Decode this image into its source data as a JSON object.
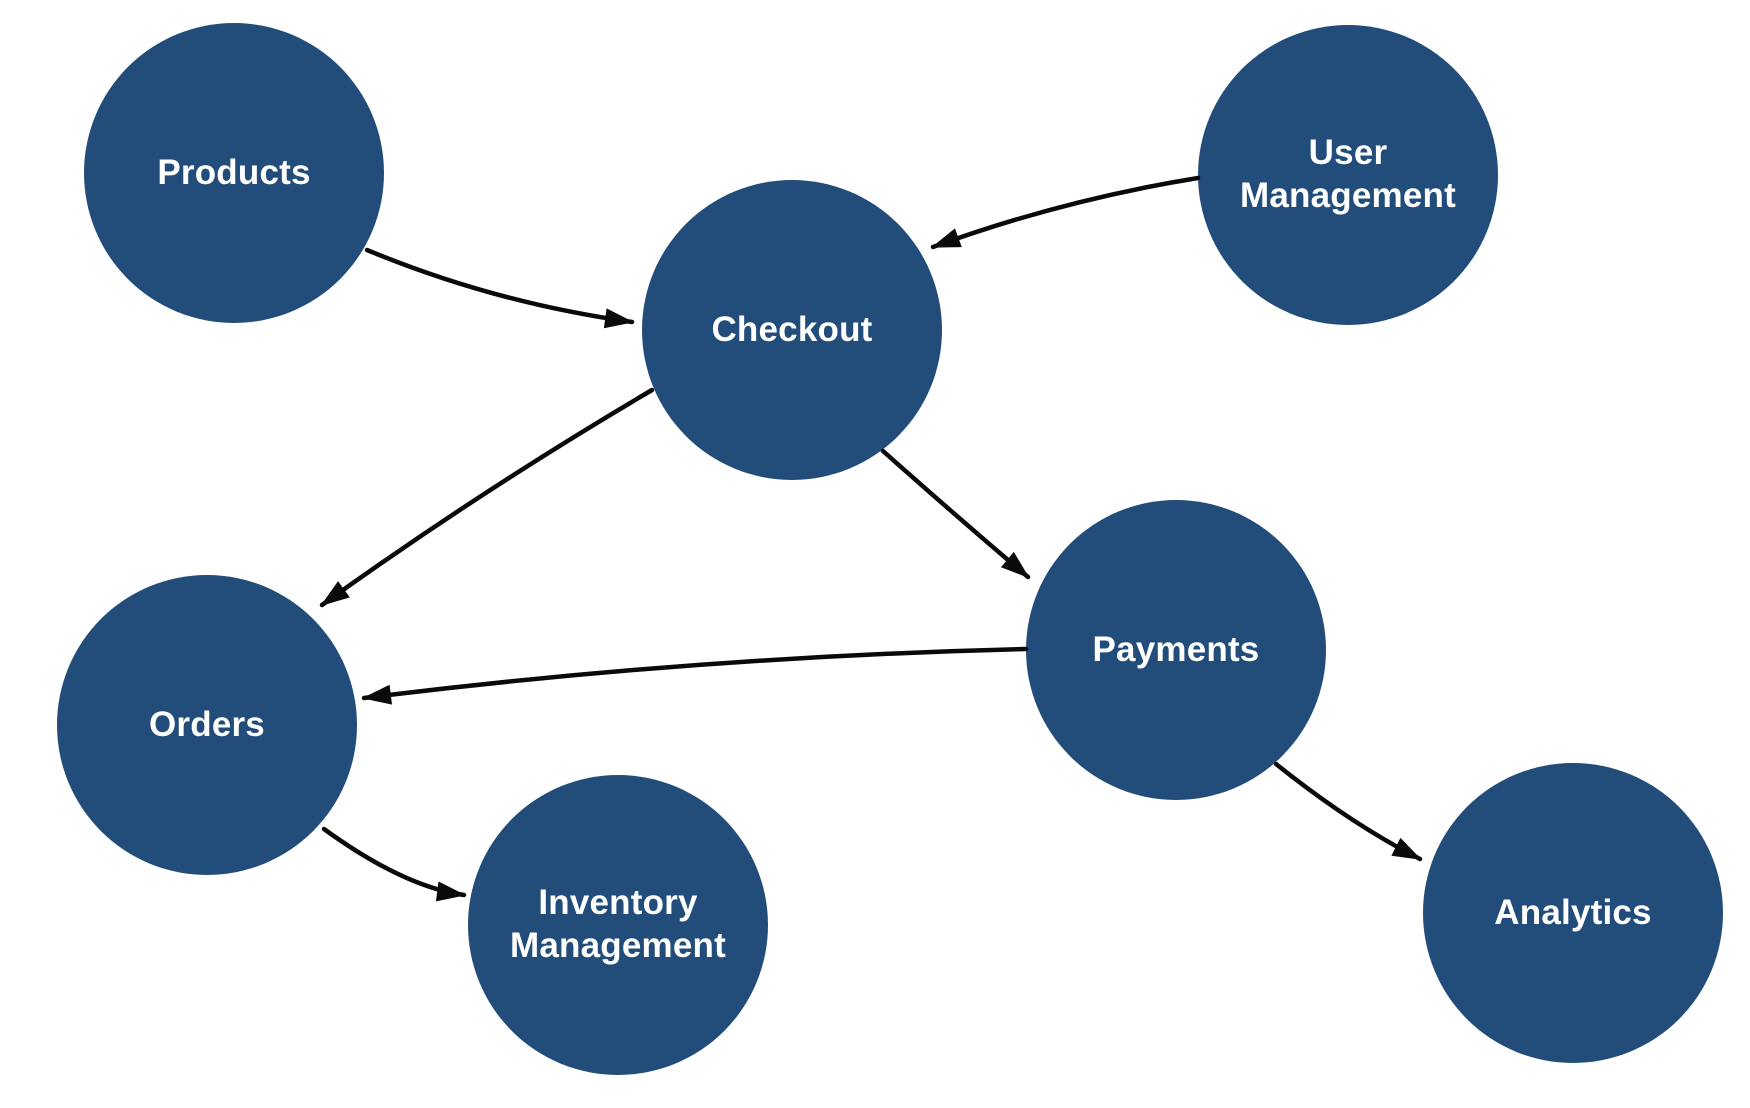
{
  "diagram": {
    "type": "directed-graph",
    "background_color": "#ffffff",
    "node_fill_color": "#224d7a",
    "node_text_color": "#ffffff",
    "edge_color": "#0a0a0a",
    "nodes": [
      {
        "id": "products",
        "label": "Products"
      },
      {
        "id": "user-management",
        "label": "User Management"
      },
      {
        "id": "checkout",
        "label": "Checkout"
      },
      {
        "id": "payments",
        "label": "Payments"
      },
      {
        "id": "orders",
        "label": "Orders"
      },
      {
        "id": "inventory-management",
        "label": "Inventory Management"
      },
      {
        "id": "analytics",
        "label": "Analytics"
      }
    ],
    "edges": [
      {
        "from": "Products",
        "to": "Checkout"
      },
      {
        "from": "User Management",
        "to": "Checkout"
      },
      {
        "from": "Checkout",
        "to": "Orders"
      },
      {
        "from": "Checkout",
        "to": "Payments"
      },
      {
        "from": "Payments",
        "to": "Orders"
      },
      {
        "from": "Orders",
        "to": "Inventory Management"
      },
      {
        "from": "Payments",
        "to": "Analytics"
      }
    ]
  }
}
